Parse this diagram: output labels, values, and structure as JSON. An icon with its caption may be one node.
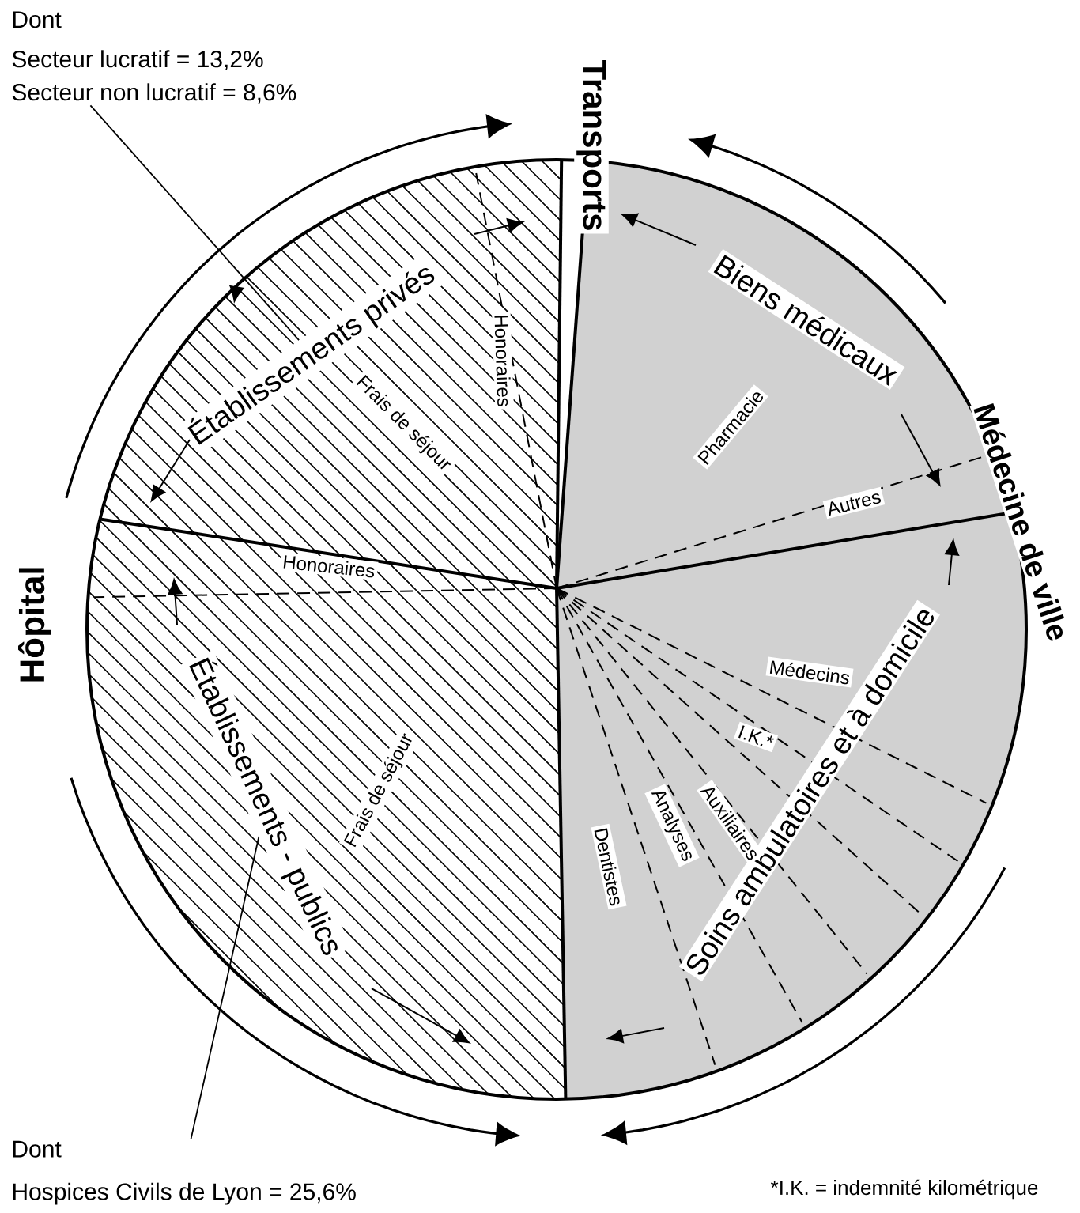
{
  "diagram": {
    "nodes": [
      {
        "text": [
          "Dont",
          "Secteur lucratif = 13,2%",
          "Secteur non lucratif = 8,6%"
        ]
      },
      {
        "text": [
          "Dont",
          "Hospices Civils de Lyon = 25,6%"
        ]
      },
      {
        "text": [
          "Établissements privés"
        ]
      },
      {
        "text": [
          "Établissements - publics"
        ]
      }
    ],
    "edges": [
      {
        "from": 0,
        "to": 2,
        "arrow": "none"
      },
      {
        "from": 1,
        "to": 3,
        "arrow": "none"
      }
    ],
    "labels": [
      "Transports",
      "Hôpital",
      "Médecine de ville",
      "Honoraires",
      "Frais de séjour",
      "Biens médicaux",
      "Pharmacie",
      "Autres",
      "Honoraires",
      "Frais de séjour",
      "Médecins",
      "Soins ambulatoires et à domicile",
      "I.K.*",
      "Auxiliaires",
      "Analyses",
      "Dentistes",
      "*I.K. = indemnité kilométrique"
    ]
  }
}
